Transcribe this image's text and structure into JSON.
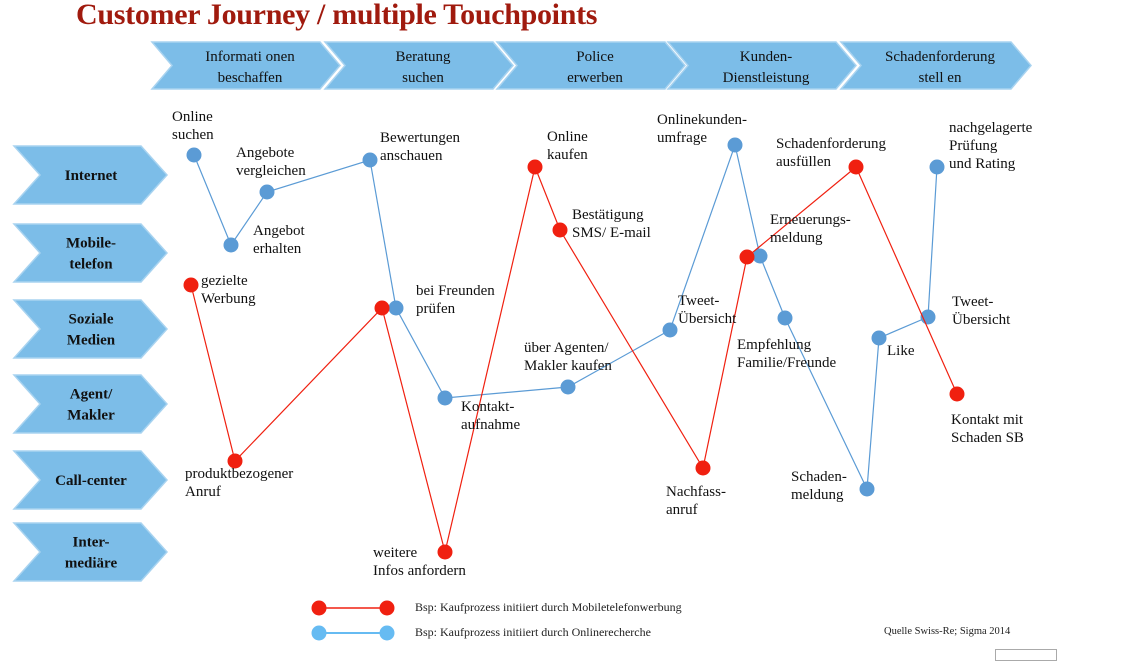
{
  "title": "Customer Journey / multiple Touchpoints",
  "colors": {
    "arrow_fill": "#7cbde8",
    "arrow_stroke": "#a8d3f0",
    "red_path": "#f02010",
    "blue_path": "#5b9bd5",
    "blue_legend": "#66bbf2",
    "title": "#a01a0e"
  },
  "phases": [
    {
      "lines": [
        "Informati onen",
        "beschaffen"
      ]
    },
    {
      "lines": [
        "Beratung",
        "suchen"
      ]
    },
    {
      "lines": [
        "Police",
        "erwerben"
      ]
    },
    {
      "lines": [
        "Kunden-",
        "Dienstleistung"
      ]
    },
    {
      "lines": [
        "Schadenforderung",
        "stell en"
      ]
    }
  ],
  "channels": [
    {
      "lines": [
        "Internet"
      ]
    },
    {
      "lines": [
        "Mobile-",
        "telefon"
      ]
    },
    {
      "lines": [
        "Soziale",
        "Medien"
      ]
    },
    {
      "lines": [
        "Agent/",
        "Makler"
      ]
    },
    {
      "lines": [
        "Call-center"
      ]
    },
    {
      "lines": [
        "Inter-",
        "mediäre"
      ]
    }
  ],
  "blue_path": {
    "name": "online-research-journey",
    "touchpoints": [
      {
        "label": "Online\nsuchen",
        "channel": "Internet",
        "phase": "Informationen beschaffen"
      },
      {
        "label": "Angebot\nerhalten",
        "channel": "Mobiletelefon",
        "phase": "Informationen beschaffen"
      },
      {
        "label": "Angebote\nvergleichen",
        "channel": "Internet",
        "phase": "Informationen beschaffen"
      },
      {
        "label": "Bewertungen\nanschauen",
        "channel": "Internet",
        "phase": "Beratung suchen"
      },
      {
        "label": "bei Freunden\nprüfen",
        "channel": "Soziale Medien",
        "phase": "Beratung suchen"
      },
      {
        "label": "Kontakt-\naufnahme",
        "channel": "Agent/Makler",
        "phase": "Beratung suchen"
      },
      {
        "label": "über Agenten/\nMakler kaufen",
        "channel": "Agent/Makler",
        "phase": "Police erwerben"
      },
      {
        "label": "Tweet-\nÜbersicht",
        "channel": "Soziale Medien",
        "phase": "Police erwerben"
      },
      {
        "label": "Onlinekunden-\numfrage",
        "channel": "Internet",
        "phase": "Kunden-Dienstleistung"
      },
      {
        "label": "Erneuerungs-\nmeldung",
        "channel": "Mobiletelefon",
        "phase": "Kunden-Dienstleistung"
      },
      {
        "label": "Empfehlung\nFamilie/Freunde",
        "channel": "Soziale Medien",
        "phase": "Kunden-Dienstleistung"
      },
      {
        "label": "Schaden-\nmeldung",
        "channel": "Call-center",
        "phase": "Schadenforderung stellen"
      },
      {
        "label": "Like",
        "channel": "Soziale Medien",
        "phase": "Schadenforderung stellen"
      },
      {
        "label": "Tweet-\nÜbersicht",
        "channel": "Soziale Medien",
        "phase": "Schadenforderung stellen"
      },
      {
        "label": "nachgelagerte\nPrüfung\nund Rating",
        "channel": "Internet",
        "phase": "Schadenforderung stellen"
      }
    ]
  },
  "red_path": {
    "name": "mobile-advertising-journey",
    "touchpoints": [
      {
        "label": "gezielte\nWerbung",
        "channel": "Mobiletelefon",
        "phase": "Informationen beschaffen"
      },
      {
        "label": "produktbezogener\nAnruf",
        "channel": "Call-center",
        "phase": "Informationen beschaffen"
      },
      {
        "label": "",
        "channel": "Soziale Medien",
        "phase": "Beratung suchen"
      },
      {
        "label": "weitere\nInfos anfordern",
        "channel": "Intermediäre",
        "phase": "Beratung suchen"
      },
      {
        "label": "Online\nkaufen",
        "channel": "Internet",
        "phase": "Police erwerben"
      },
      {
        "label": "Bestätigung\nSMS/ E-mail",
        "channel": "Mobiletelefon",
        "phase": "Police erwerben"
      },
      {
        "label": "Nachfass-\nanruf",
        "channel": "Call-center",
        "phase": "Kunden-Dienstleistung"
      },
      {
        "label": "",
        "channel": "Mobiletelefon",
        "phase": "Kunden-Dienstleistung"
      },
      {
        "label": "Schadenforderung\nausfüllen",
        "channel": "Internet",
        "phase": "Schadenforderung stellen"
      },
      {
        "label": "Kontakt mit\nSchaden SB",
        "channel": "Agent/Makler",
        "phase": "Schadenforderung stellen"
      }
    ]
  },
  "legend": [
    {
      "color_key": "red_path",
      "label": "Bsp: Kaufprozess initiiert durch Mobiletelefonwerbung"
    },
    {
      "color_key": "blue_legend",
      "label": "Bsp: Kaufprozess initiiert durch Onlinerecherche"
    }
  ],
  "source": "Quelle Swiss-Re; Sigma 2014"
}
